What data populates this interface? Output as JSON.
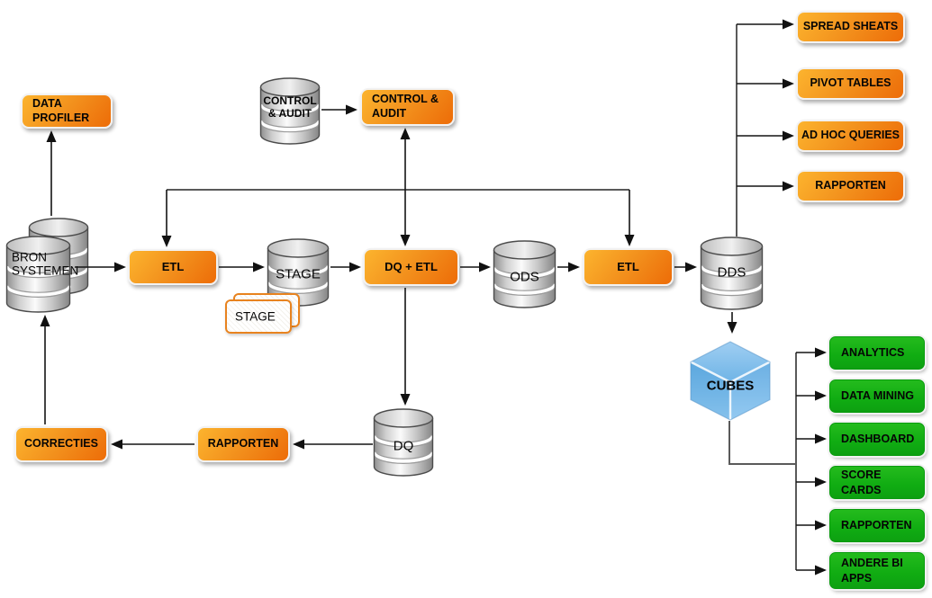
{
  "nodes": {
    "data_profiler": "DATA PROFILER",
    "bron_systemen": "BRON SYSTEMEN",
    "etl_1": "ETL",
    "stage_db": "STAGE",
    "stage_files": "STAGE",
    "control_audit_db": "CONTROL & AUDIT",
    "control_audit_box": "CONTROL & AUDIT",
    "dq_etl": "DQ + ETL",
    "ods_db": "ODS",
    "etl_2": "ETL",
    "dds_db": "DDS",
    "cubes": "CUBES",
    "dq_db": "DQ",
    "rapporten_flow": "RAPPORTEN",
    "correcties": "CORRECTIES",
    "spread_sheats": "SPREAD SHEATS",
    "pivot_tables": "PIVOT TABLES",
    "ad_hoc_queries": "AD HOC QUERIES",
    "rapporten_dds": "RAPPORTEN",
    "analytics": "ANALYTICS",
    "data_mining": "DATA MINING",
    "dashboard": "DASHBOARD",
    "score_cards": "SCORE CARDS",
    "rapporten_bi": "RAPPORTEN",
    "andere_bi_apps": "ANDERE BI APPS"
  },
  "colors": {
    "box_orange_light": "#fcb42e",
    "box_orange_dark": "#ed6c08",
    "green": "#12b112",
    "cube_blue": "#6fb4e6",
    "cylinder_gray": "#c9c9c9",
    "wire_black": "#141414",
    "wire_gray": "#5a5a5a",
    "background": "#ffffff"
  }
}
